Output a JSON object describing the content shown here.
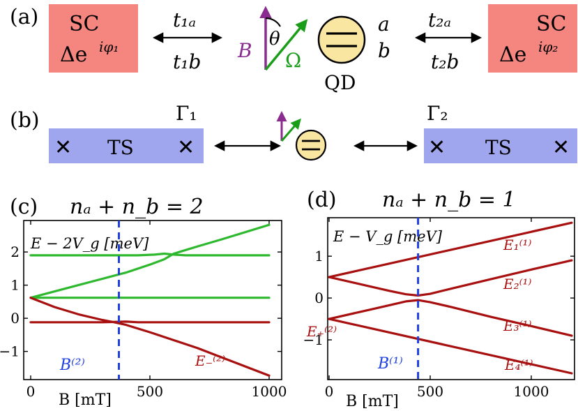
{
  "colors": {
    "sc_fill": "#f4857f",
    "ts_fill": "#a0a6ee",
    "qd_fill": "#f9e6a0",
    "field_purple": "#8a2b8f",
    "omega_green": "#1a9e1a",
    "curve_green": "#2db82d",
    "curve_red": "#a80f0f",
    "marker_blue": "#1f3fe0"
  },
  "panel_a": {
    "label": "(a)",
    "sc_left": {
      "line1": "SC",
      "line2": "Δe",
      "exponent": "iφ₁"
    },
    "sc_right": {
      "line1": "SC",
      "line2": "Δe",
      "exponent": "iφ₂"
    },
    "hop_left_top": "t₁ₐ",
    "hop_left_bottom": "t₁b",
    "hop_right_top": "t₂ₐ",
    "hop_right_bottom": "t₂b",
    "field_label": "B",
    "angle_label": "θ",
    "omega_label": "Ω",
    "qd_label": "QD",
    "level_a": "a",
    "level_b": "b"
  },
  "panel_b": {
    "label": "(b)",
    "left_gamma": "Γ₁",
    "right_gamma": "Γ₂",
    "left_ts": "TS",
    "right_ts": "TS",
    "cross": "✕"
  },
  "chart_data": [
    {
      "type": "line",
      "panel": "(c)",
      "title": "nₐ + n_b = 2",
      "ylabel": "E − 2V_g [meV]",
      "xlabel": "B [mT]",
      "xlim": [
        0,
        1000
      ],
      "ylim": [
        -1.85,
        2.95
      ],
      "xticks": [
        0,
        500,
        1000
      ],
      "yticks": [
        -1,
        0,
        1,
        2
      ],
      "ytick_labels": [
        "−1",
        "0",
        "1",
        "2"
      ],
      "marker": {
        "label": "B⁽²⁾",
        "x": 370
      },
      "series": [
        {
          "name": "",
          "color": "green",
          "x": [
            0,
            1000
          ],
          "y": [
            0.62,
            0.62
          ]
        },
        {
          "name": "",
          "color": "green",
          "x": [
            0,
            200,
            400,
            500,
            560,
            600,
            650,
            700,
            800,
            1000
          ],
          "y": [
            0.62,
            1.0,
            1.38,
            1.62,
            1.78,
            1.95,
            2.06,
            2.17,
            2.38,
            2.82
          ]
        },
        {
          "name": "",
          "color": "green",
          "x": [
            0,
            450,
            520,
            560,
            600,
            650,
            700,
            1000
          ],
          "y": [
            1.9,
            1.9,
            1.92,
            1.95,
            1.92,
            1.9,
            1.9,
            1.9
          ]
        },
        {
          "name": "E₊⁽²⁾",
          "color": "red",
          "x": [
            0,
            200,
            300,
            350,
            400,
            450,
            500,
            1000
          ],
          "y": [
            -0.12,
            -0.12,
            -0.12,
            -0.11,
            -0.1,
            -0.12,
            -0.12,
            -0.12
          ]
        },
        {
          "name": "E₋⁽²⁾",
          "color": "red",
          "x": [
            0,
            100,
            200,
            300,
            350,
            400,
            500,
            700,
            1000
          ],
          "y": [
            0.62,
            0.34,
            0.12,
            -0.05,
            -0.12,
            -0.2,
            -0.42,
            -0.9,
            -1.73
          ]
        }
      ]
    },
    {
      "type": "line",
      "panel": "(d)",
      "title": "nₐ + n_b = 1",
      "ylabel": "E − V_g [meV]",
      "xlabel": "B [mT]",
      "xlim": [
        0,
        1200
      ],
      "ylim": [
        -1.95,
        1.92
      ],
      "xticks": [
        0,
        500,
        1000
      ],
      "yticks": [
        -1,
        0,
        1
      ],
      "ytick_labels": [
        "−1",
        "0",
        "1"
      ],
      "marker": {
        "label": "B⁽¹⁾",
        "x": 440
      },
      "series": [
        {
          "name": "E₁⁽¹⁾",
          "color": "red",
          "x": [
            0,
            1200
          ],
          "y": [
            0.5,
            1.8
          ]
        },
        {
          "name": "E₂⁽¹⁾",
          "color": "red",
          "x": [
            0,
            200,
            300,
            380,
            440,
            500,
            600,
            800,
            1000,
            1200
          ],
          "y": [
            0.5,
            0.28,
            0.17,
            0.09,
            0.06,
            0.1,
            0.22,
            0.45,
            0.68,
            0.9
          ]
        },
        {
          "name": "E₃⁽¹⁾",
          "color": "red",
          "x": [
            0,
            200,
            300,
            380,
            440,
            500,
            600,
            800,
            1000,
            1200
          ],
          "y": [
            -0.5,
            -0.28,
            -0.17,
            -0.08,
            -0.05,
            -0.1,
            -0.21,
            -0.45,
            -0.67,
            -0.9
          ]
        },
        {
          "name": "E₄⁽¹⁾",
          "color": "red",
          "x": [
            0,
            1200
          ],
          "y": [
            -0.5,
            -1.8
          ]
        }
      ]
    }
  ]
}
